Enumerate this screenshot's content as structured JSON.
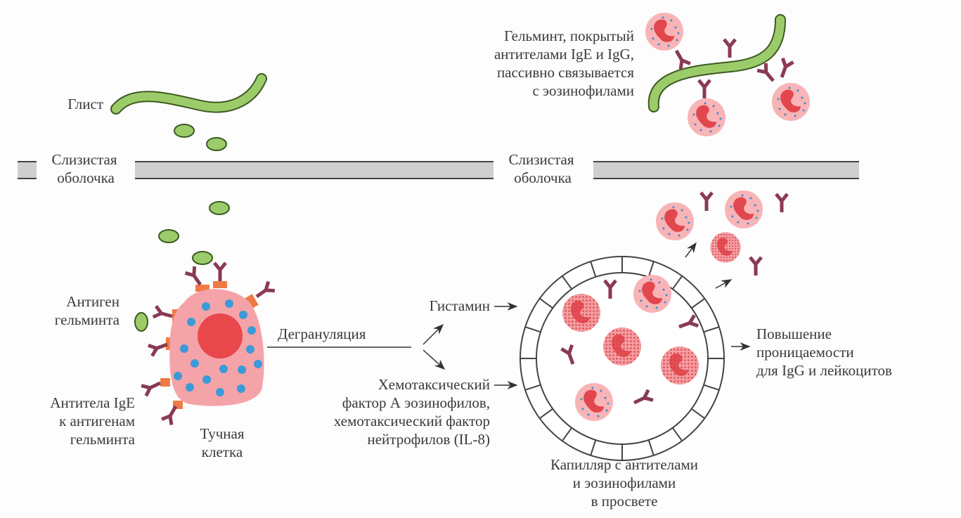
{
  "labels": {
    "worm": "Глист",
    "coated_worm": [
      "Гельминт, покрытый",
      "антителами IgE и IgG,",
      "пассивно связывается",
      "с эозинофилами"
    ],
    "mucosa_left": [
      "Слизистая",
      "оболочка"
    ],
    "mucosa_right": [
      "Слизистая",
      "оболочка"
    ],
    "antigen": [
      "Антиген",
      "гельминта"
    ],
    "ige_antibodies": [
      "Антитела IgE",
      "к антигенам",
      "гельминта"
    ],
    "mast_cell": [
      "Тучная",
      "клетка"
    ],
    "degranulation": "Дегрануляция",
    "histamine": "Гистамин",
    "chemotactic": [
      "Хемотаксический",
      "фактор А эозинофилов,",
      "хемотаксический фактор",
      "нейтрофилов (IL-8)"
    ],
    "capillary": [
      "Капилляр с антителами",
      "и эозинофилами",
      "в просвете"
    ],
    "permeability": [
      "Повышение",
      "проницаемости",
      "для IgG и лейкоцитов"
    ]
  },
  "colors": {
    "worm_green": "#9ccc6a",
    "worm_outline": "#3d5a22",
    "mast_cell": "#f4a3a8",
    "nucleus": "#e8474c",
    "granule": "#3b9ad8",
    "receptor": "#f07a45",
    "antibody": "#8a3a55",
    "membrane": "#c8c8c8",
    "eosinophil": "#f6a8ac"
  }
}
